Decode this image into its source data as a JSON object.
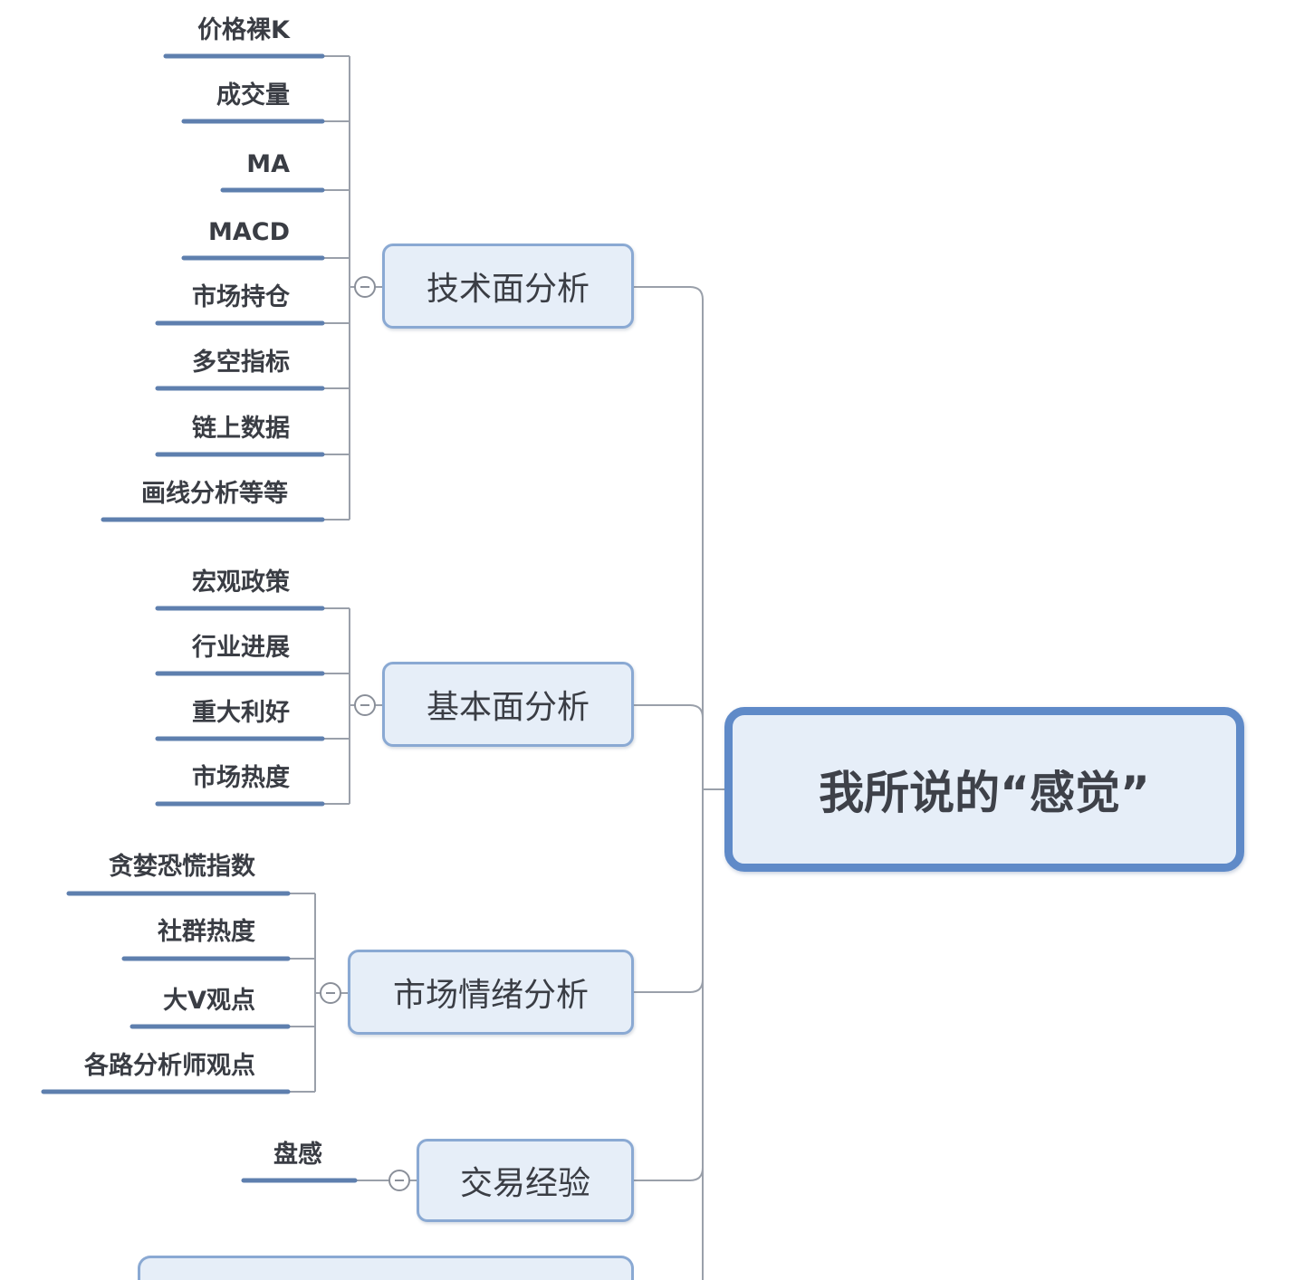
{
  "root": {
    "label": "我所说的“感觉”"
  },
  "branches": [
    {
      "id": "technical",
      "label": "技术面分析",
      "leaves": [
        "价格裸K",
        "成交量",
        "MA",
        "MACD",
        "市场持仓",
        "多空指标",
        "链上数据",
        "画线分析等等"
      ]
    },
    {
      "id": "fundamental",
      "label": "基本面分析",
      "leaves": [
        "宏观政策",
        "行业进展",
        "重大利好",
        "市场热度"
      ]
    },
    {
      "id": "sentiment",
      "label": "市场情绪分析",
      "leaves": [
        "贪婪恐慌指数",
        "社群热度",
        "大V观点",
        "各路分析师观点"
      ]
    },
    {
      "id": "experience",
      "label": "交易经验",
      "leaves": [
        "盘感"
      ]
    }
  ],
  "colors": {
    "node_fill": "#e6eef8",
    "node_border": "#8aa9d3",
    "root_border": "#5f8ac8",
    "leaf_underline": "#5e7fae",
    "connector": "#9aa0aa",
    "text": "#3a3d44"
  }
}
